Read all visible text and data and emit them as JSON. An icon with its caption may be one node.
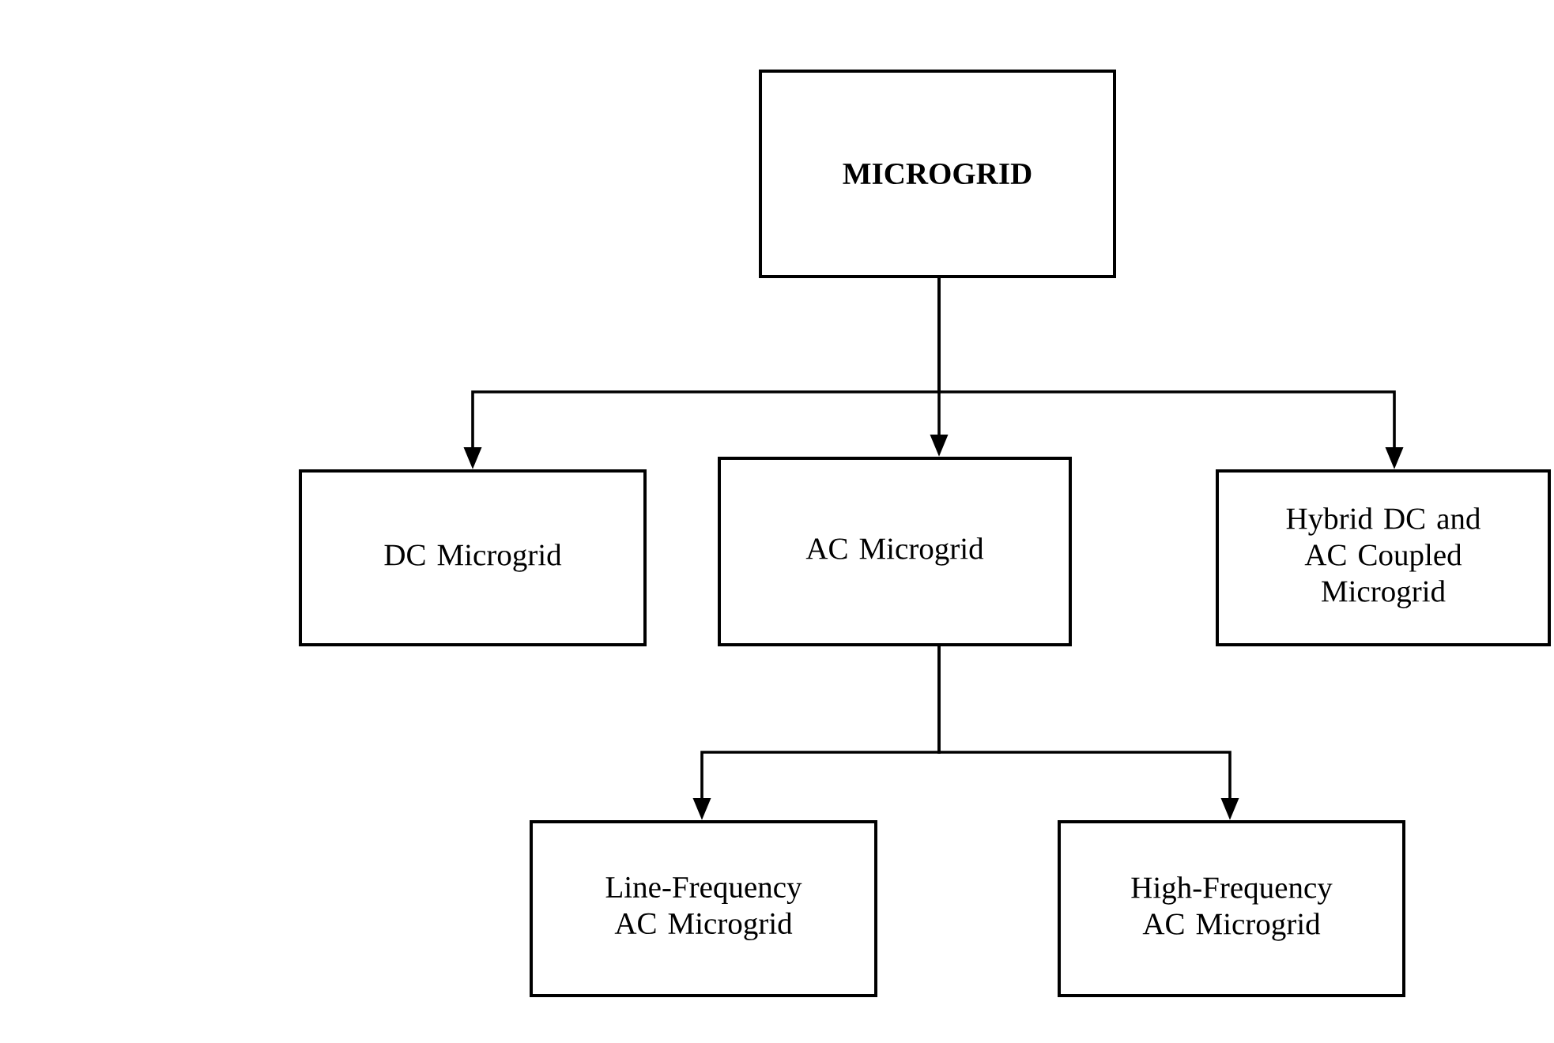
{
  "diagram": {
    "nodes": [
      {
        "text": [
          "MICROGRID"
        ]
      },
      {
        "text": [
          "DC Microgrid"
        ]
      },
      {
        "text": [
          "AC Microgrid"
        ]
      },
      {
        "text": [
          "Hybrid DC and AC Coupled Microgrid"
        ]
      },
      {
        "text": [
          "Line-Frequency AC Microgrid"
        ]
      },
      {
        "text": [
          "High-Frequency AC Microgrid"
        ]
      }
    ],
    "edges": [
      {
        "from": 0,
        "to": 1,
        "arrow": "to"
      },
      {
        "from": 0,
        "to": 2,
        "arrow": "to"
      },
      {
        "from": 0,
        "to": 3,
        "arrow": "to"
      },
      {
        "from": 2,
        "to": 4,
        "arrow": "to"
      },
      {
        "from": 2,
        "to": 5,
        "arrow": "to"
      }
    ]
  }
}
